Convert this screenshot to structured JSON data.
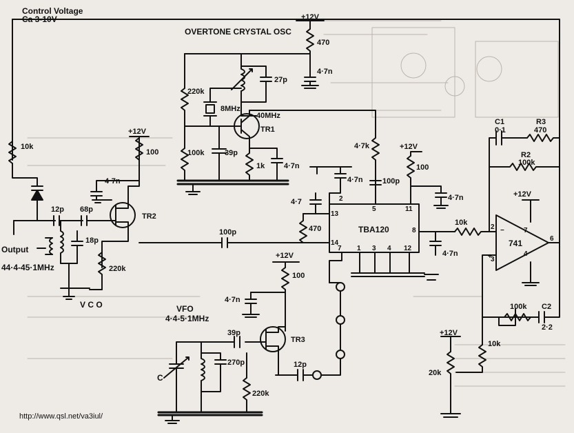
{
  "header": {
    "control_voltage": "Control Voltage",
    "control_range": "Ca 3-10V"
  },
  "sections": {
    "overtone": "OVERTONE CRYSTAL OSC",
    "vfo": "VFO",
    "vfo_range": "4·4-5·1MHz",
    "vco": "V C O",
    "output": "Output",
    "output_range": "44·4-45·1MHz"
  },
  "components": {
    "r470_top": "470",
    "c47n_top": "4·7n",
    "vcc_top": "+12V",
    "c27p": "27p",
    "r220k_xo": "220k",
    "xtal": "8MHz",
    "freq40": "40MHz",
    "tr1": "TR1",
    "c39p_xo": "39p",
    "r100k_xo": "100k",
    "r1k": "1k",
    "c47n_tr1": "4·7n",
    "r10k_left": "10k",
    "vcc_tr2": "+12V",
    "r100_tr2": "100",
    "c47n_tr2": "4·7n",
    "c12p": "12p",
    "c68p": "68p",
    "tr2": "TR2",
    "c18p": "18p",
    "r220k_tr2": "220k",
    "c100p_mid": "100p",
    "r47k": "4·7k",
    "c47n_ic_top": "4·7n",
    "c100p_ic": "100p",
    "c47n_ic_left": "4·7",
    "vcc_ic": "+12V",
    "r100_ic": "100",
    "c47n_ic_right": "4·7n",
    "r470_ic": "470",
    "ic": "TBA120",
    "pin13": "13",
    "pin2": "2",
    "pin5": "5",
    "pin11": "11",
    "pin8": "8",
    "pin14": "14",
    "pin7": "7",
    "pin1": "1",
    "pin3": "3",
    "pin4": "4",
    "pin12": "12",
    "c47n_pin8": "4·7n",
    "r10k_opamp": "10k",
    "c1": "C1",
    "c1_val": "0·1",
    "r3": "R3",
    "r3_val": "470",
    "r2": "R2",
    "r2_val": "100k",
    "vcc_op": "+12V",
    "op": "741",
    "op_pin2": "2",
    "op_pin3": "3",
    "op_pin4": "4",
    "op_pin6": "6",
    "op_pin7": "7",
    "op_minus": "−",
    "op_plus": "+",
    "r100k_fb": "100k",
    "c2": "C2",
    "c2_val": "2·2",
    "r10k_right": "10k",
    "vcc_pot": "+12V",
    "pot20k": "20k",
    "vcc_tr3": "+12V",
    "r100_tr3": "100",
    "c47n_tr3": "4·7n",
    "c39p_vfo": "39p",
    "tr3": "TR3",
    "c270p": "270p",
    "cvar": "C",
    "c12p_vfo": "12p",
    "r220k_tr3": "220k"
  },
  "footer": {
    "url": "http://www.qsl.net/va3iul/"
  }
}
